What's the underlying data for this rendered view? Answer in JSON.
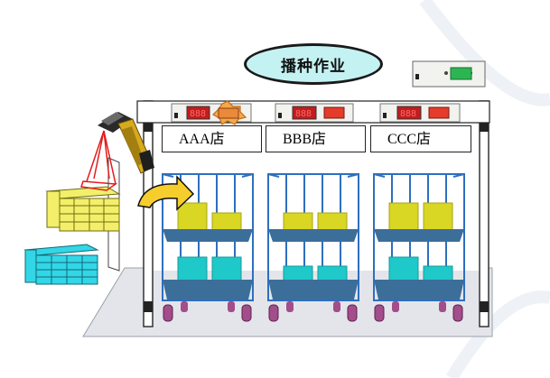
{
  "title": "播种作业",
  "stores": [
    {
      "label": "AAA店",
      "display": "888"
    },
    {
      "label": "BBB店",
      "display": "888"
    },
    {
      "label": "CCC店",
      "display": "888"
    }
  ],
  "colors": {
    "title_fill": "#c4f2f3",
    "floor": "#e4e5ea",
    "cart_frame": "#2e6fbf",
    "shelf": "#3c6e9a",
    "yellow_box": "#d9d624",
    "cyan_box": "#1fc9c9",
    "wheel": "#a34d8a",
    "arrow": "#f5ce2e",
    "red_light": "#e43b2a",
    "green_light": "#2db553",
    "led_display": "#c21d1d"
  },
  "icons": [
    "barcode-scanner-icon",
    "curved-arrow-icon",
    "pick-light-icon",
    "lit-indicator-icon"
  ]
}
